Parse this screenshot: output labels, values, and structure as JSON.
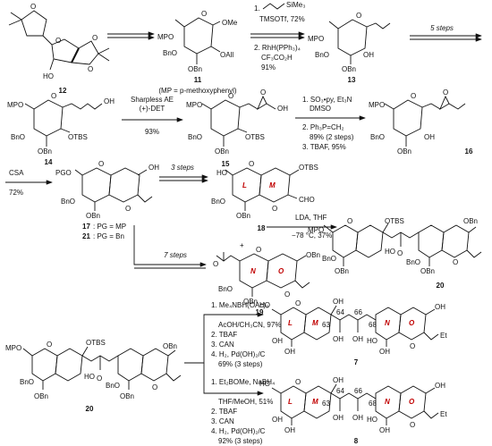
{
  "compounds": {
    "c12": "12",
    "c11": "11",
    "c13": "13",
    "c14": "14",
    "c15": "15",
    "c16": "16",
    "c17": "17",
    "c21": "21",
    "c18": "18",
    "c19": "19",
    "c20": "20",
    "c20b": "20",
    "c7": "7",
    "c8": "8"
  },
  "mp_note": "(MP = p-methoxyphenyl)",
  "pg_17": ": PG = MP",
  "pg_21": ": PG = Bn",
  "groups": {
    "HO": "HO",
    "OH": "OH",
    "OMe": "OMe",
    "OAll": "OAll",
    "OBn": "OBn",
    "BnO": "BnO",
    "MPO": "MPO",
    "OTBS": "OTBS",
    "PGO": "PGO",
    "CHO": "CHO",
    "Et": "Et",
    "O": "O",
    "HO_wide": "HO",
    "O_wide": "O"
  },
  "rings": {
    "L": "L",
    "M": "M",
    "N": "N",
    "O": "O"
  },
  "numbering": {
    "c63": "63",
    "c64": "64",
    "c66": "66",
    "c68": "68"
  },
  "step1": {
    "r1": "1.",
    "r1b": "SiMe₃",
    "r1c": "TMSOTf, 72%",
    "r2": "2. RhH(PPh₃)₄",
    "r2b": "CF₃CO₂H",
    "r2c": "91%"
  },
  "step2": {
    "label": "5 steps"
  },
  "step3": {
    "a": "Sharpless AE",
    "b": "(+)-DET",
    "c": "93%"
  },
  "step4": {
    "a": "1. SO₃•py, Et₃N",
    "b": "DMSO",
    "c": "2. Ph₃P=CH₂",
    "d": "89% (2 steps)",
    "e": "3. TBAF, 95%"
  },
  "step5": {
    "a": "CSA",
    "b": "72%"
  },
  "step6": {
    "label": "3 steps"
  },
  "step7": {
    "label": "7 steps"
  },
  "step8": {
    "a": "LDA, THF",
    "b": "−78 °C, 37%"
  },
  "plus": "+",
  "step9": {
    "a": "1. Me₄NBH(OAc)₃",
    "b": "AcOH/CH₃CN, 97%",
    "c": "2. TBAF",
    "d": "3. CAN",
    "e": "4. H₂, Pd(OH)₂/C",
    "f": "69% (3 steps)"
  },
  "step10": {
    "a": "1. Et₂BOMe, NaBH₄",
    "b": "THF/MeOH, 51%",
    "c": "2. TBAF",
    "d": "3. CAN",
    "e": "4. H₂, Pd(OH)₂/C",
    "f": "92% (3 steps)"
  }
}
